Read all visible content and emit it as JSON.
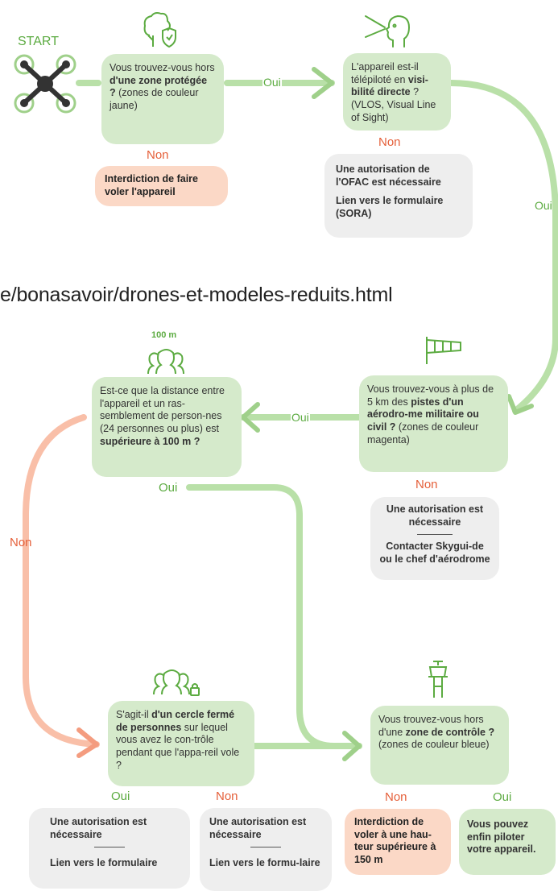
{
  "start": "START",
  "url_text": "e/bonasavoir/drones-et-modeles-reduits.html",
  "colors": {
    "green_arrow": "#b9e0a8",
    "red_arrow": "#f9bfa8",
    "label_green": "#5cab41",
    "label_red": "#e5603a"
  },
  "q1": {
    "pre": "Vous trouvez-vous hors ",
    "bold": "d'une zone protégée ?",
    "post": " (zones de couleur jaune)"
  },
  "q1_oui": "Oui",
  "q1_non": "Non",
  "q1_non_box": "Interdiction de faire voler l'appareil",
  "q2": {
    "pre": "L'appareil est-il télépiloté en ",
    "bold": "visi-bilité directe",
    "post": " ? (VLOS, Visual Line of Sight)"
  },
  "q2_non": "Non",
  "q2_non_box": {
    "line1": "Une autorisation de l'OFAC est nécessaire",
    "line2": "Lien vers le formulaire (SORA)"
  },
  "q2_oui": "Oui",
  "q3": {
    "pre": "Vous trouvez-vous à plus de 5 km des ",
    "bold": "pistes d'un aérodro-me militaire ou civil ?",
    "post": " (zones de couleur magenta)"
  },
  "q3_oui": "Oui",
  "q3_non": "Non",
  "q3_non_box": {
    "line1": "Une autorisation est nécessaire",
    "line2": "Contacter Skygui-de ou le chef d'aérodrome"
  },
  "q4_badge": "100 m",
  "q4": {
    "pre": "Est-ce que la distance entre l'appareil et un ras-semblement de person-nes (24 personnes ou plus) est ",
    "bold": "supérieure à 100 m ?",
    "post": ""
  },
  "q4_oui": "Oui",
  "q4_non": "Non",
  "q5": {
    "pre": "S'agit-il ",
    "bold": "d'un cercle fermé de personnes",
    "post": " sur lequel vous avez le con-trôle pendant que l'appa-reil vole ?"
  },
  "q5_oui": "Oui",
  "q5_non": "Non",
  "q5_oui_box": {
    "line1": "Une autorisation est nécessaire",
    "line2": "Lien vers le formulaire"
  },
  "q5_non_box": {
    "line1": "Une autorisation est nécessaire",
    "line2": "Lien vers le formu-laire"
  },
  "q6": {
    "pre": "Vous trouvez-vous hors d'une ",
    "bold": "zone de contrôle ?",
    "post": " (zones de couleur bleue)"
  },
  "q6_non": "Non",
  "q6_oui": "Oui",
  "q6_non_box": "Interdiction de voler à une hau-teur supérieure à 150 m",
  "q6_oui_box": "Vous pouvez enfin piloter votre appareil."
}
